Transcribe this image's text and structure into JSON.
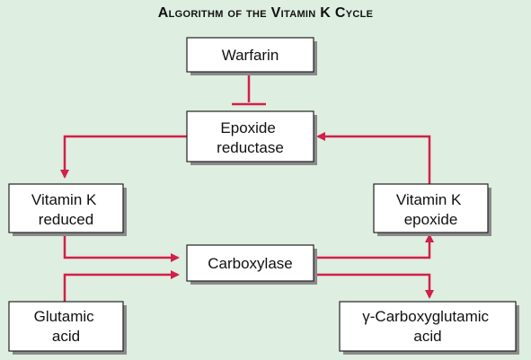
{
  "title": "Algorithm of the Vitamin K Cycle",
  "colors": {
    "background": "#deeee0",
    "arrow": "#d1204a",
    "box_fill": "#ffffff",
    "box_border": "#222222",
    "shadow": "#8a8a8a"
  },
  "nodes": {
    "warfarin": [
      "Warfarin"
    ],
    "epoxide_reductase": [
      "Epoxide",
      "reductase"
    ],
    "vitamin_k_reduced": [
      "Vitamin K",
      "reduced"
    ],
    "vitamin_k_epoxide": [
      "Vitamin K",
      "epoxide"
    ],
    "carboxylase": [
      "Carboxylase"
    ],
    "glutamic_acid": [
      "Glutamic",
      "acid"
    ],
    "carboxyglutamic_acid": [
      "γ-Carboxyglutamic",
      "acid"
    ]
  }
}
